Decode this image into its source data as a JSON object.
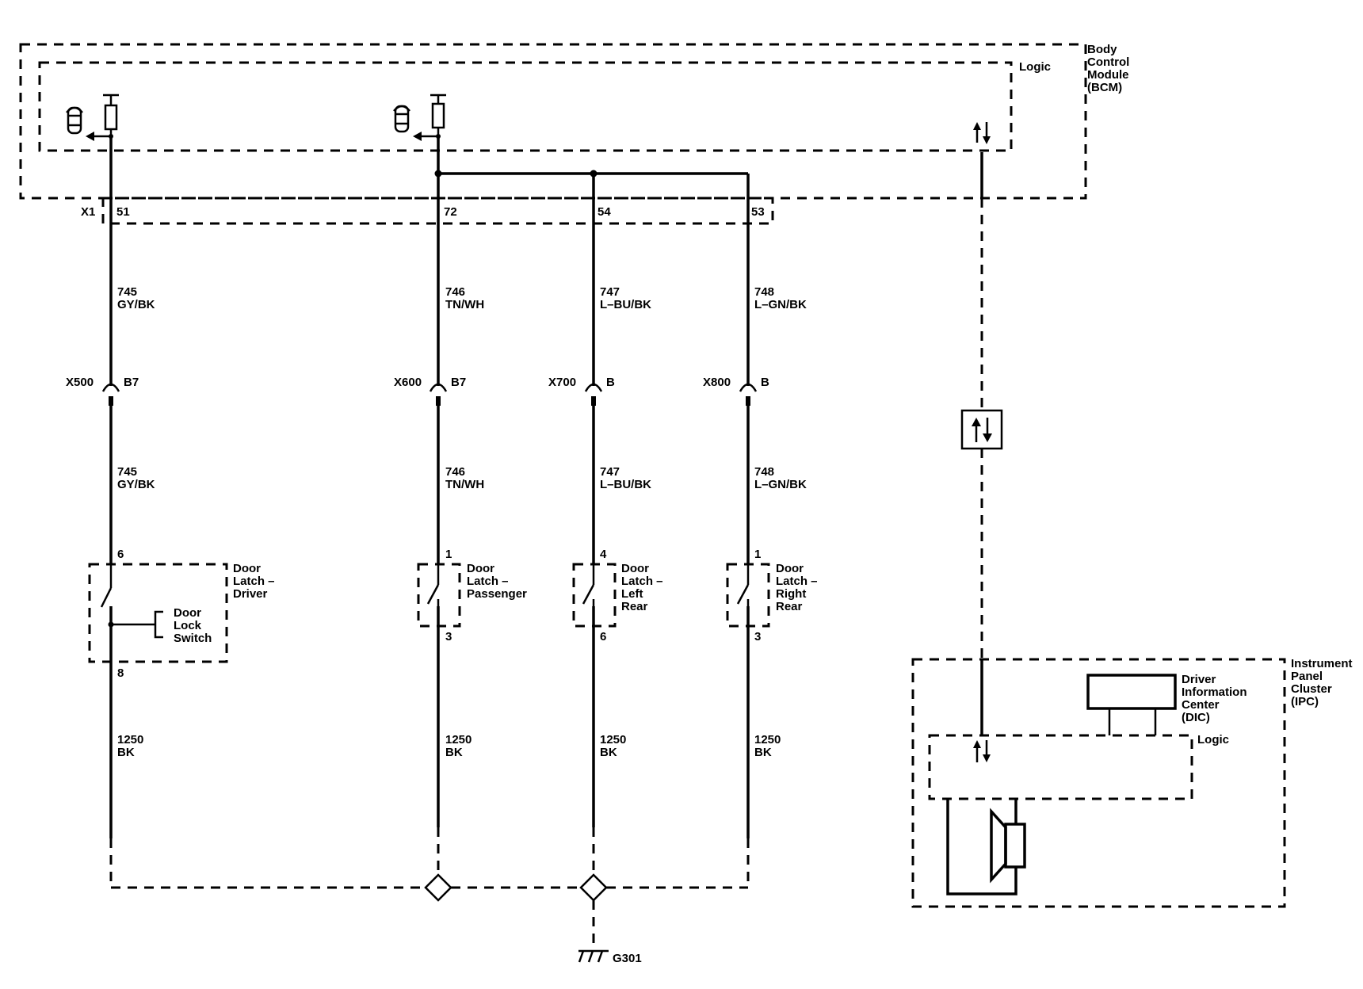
{
  "bcm": {
    "title_lines": [
      "Body",
      "Control",
      "Module",
      "(BCM)"
    ],
    "logic_label": "Logic",
    "connector": "X1",
    "pins": [
      "51",
      "72",
      "54",
      "53"
    ]
  },
  "circuits": [
    {
      "wire_num": "745",
      "wire_color": "GY/BK",
      "inline_conn": "X500",
      "inline_pin": "B7",
      "pin_top": "6",
      "pin_bottom": "8",
      "device_lines": [
        "Door",
        "Latch –",
        "Driver"
      ]
    },
    {
      "wire_num": "746",
      "wire_color": "TN/WH",
      "inline_conn": "X600",
      "inline_pin": "B7",
      "pin_top": "1",
      "pin_bottom": "3",
      "device_lines": [
        "Door",
        "Latch –",
        "Passenger"
      ]
    },
    {
      "wire_num": "747",
      "wire_color": "L–BU/BK",
      "inline_conn": "X700",
      "inline_pin": "B",
      "pin_top": "4",
      "pin_bottom": "6",
      "device_lines": [
        "Door",
        "Latch –",
        "Left",
        "Rear"
      ]
    },
    {
      "wire_num": "748",
      "wire_color": "L–GN/BK",
      "inline_conn": "X800",
      "inline_pin": "B",
      "pin_top": "1",
      "pin_bottom": "3",
      "device_lines": [
        "Door",
        "Latch –",
        "Right",
        "Rear"
      ]
    }
  ],
  "ground_wire": {
    "num": "1250",
    "color": "BK"
  },
  "door_lock_switch_lines": [
    "Door",
    "Lock",
    "Switch"
  ],
  "ground_label": "G301",
  "ipc": {
    "title_lines": [
      "Instrument",
      "Panel",
      "Cluster",
      "(IPC)"
    ],
    "dic_lines": [
      "Driver",
      "Information",
      "Center",
      "(DIC)"
    ],
    "logic_label": "Logic"
  },
  "icons": [
    "door-lock-status-icon",
    "data-arrows-icon",
    "serial-data-box-icon",
    "speaker-icon",
    "ground-icon",
    "splice-icon"
  ]
}
